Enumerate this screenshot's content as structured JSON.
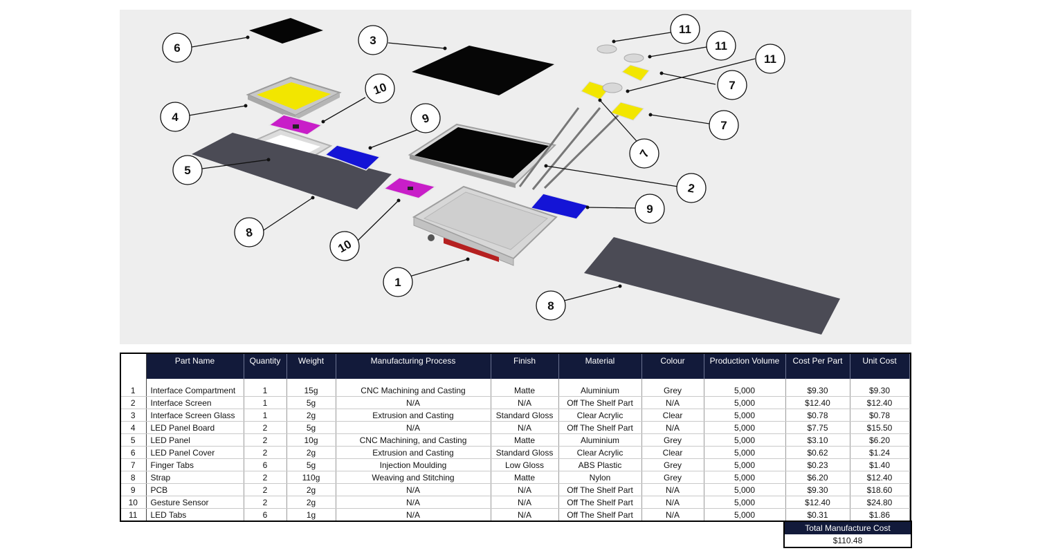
{
  "diagram": {
    "callouts": [
      "1",
      "2",
      "3",
      "4",
      "5",
      "6",
      "7",
      "7",
      "7",
      "8",
      "8",
      "9",
      "9",
      "10",
      "10",
      "11",
      "11",
      "11"
    ]
  },
  "table": {
    "headers": [
      "Part Name",
      "Quantity",
      "Weight",
      "Manufacturing Process",
      "Finish",
      "Material",
      "Colour",
      "Production Volume",
      "Cost Per Part",
      "Unit Cost"
    ],
    "rows": [
      [
        "1",
        "Interface Compartment",
        "1",
        "15g",
        "CNC Machining and Casting",
        "Matte",
        "Aluminium",
        "Grey",
        "5,000",
        "$9.30",
        "$9.30"
      ],
      [
        "2",
        "Interface Screen",
        "1",
        "5g",
        "N/A",
        "N/A",
        "Off The Shelf Part",
        "N/A",
        "5,000",
        "$12.40",
        "$12.40"
      ],
      [
        "3",
        "Interface Screen Glass",
        "1",
        "2g",
        "Extrusion and Casting",
        "Standard Gloss",
        "Clear Acrylic",
        "Clear",
        "5,000",
        "$0.78",
        "$0.78"
      ],
      [
        "4",
        "LED Panel Board",
        "2",
        "5g",
        "N/A",
        "N/A",
        "Off The Shelf Part",
        "N/A",
        "5,000",
        "$7.75",
        "$15.50"
      ],
      [
        "5",
        "LED Panel",
        "2",
        "10g",
        "CNC Machining, and Casting",
        "Matte",
        "Aluminium",
        "Grey",
        "5,000",
        "$3.10",
        "$6.20"
      ],
      [
        "6",
        "LED Panel Cover",
        "2",
        "2g",
        "Extrusion and Casting",
        "Standard Gloss",
        "Clear Acrylic",
        "Clear",
        "5,000",
        "$0.62",
        "$1.24"
      ],
      [
        "7",
        "Finger Tabs",
        "6",
        "5g",
        "Injection Moulding",
        "Low Gloss",
        "ABS Plastic",
        "Grey",
        "5,000",
        "$0.23",
        "$1.40"
      ],
      [
        "8",
        "Strap",
        "2",
        "110g",
        "Weaving and Stitching",
        "Matte",
        "Nylon",
        "Grey",
        "5,000",
        "$6.20",
        "$12.40"
      ],
      [
        "9",
        "PCB",
        "2",
        "2g",
        "N/A",
        "N/A",
        "Off The Shelf Part",
        "N/A",
        "5,000",
        "$9.30",
        "$18.60"
      ],
      [
        "10",
        "Gesture Sensor",
        "2",
        "2g",
        "N/A",
        "N/A",
        "Off The Shelf Part",
        "N/A",
        "5,000",
        "$12.40",
        "$24.80"
      ],
      [
        "11",
        "LED Tabs",
        "6",
        "1g",
        "N/A",
        "N/A",
        "Off The Shelf Part",
        "N/A",
        "5,000",
        "$0.31",
        "$1.86"
      ]
    ]
  },
  "total": {
    "label": "Total Manufacture Cost",
    "value": "$110.48"
  },
  "colors": {
    "header_bg": "#121a3a",
    "diagram_bg": "#eeeeee",
    "led_yellow": "#f2e600",
    "pcb_blue": "#1414d6",
    "sensor_magenta": "#c81ec8",
    "strap_grey": "#4b4b55",
    "led_strip_red": "#b52020"
  }
}
